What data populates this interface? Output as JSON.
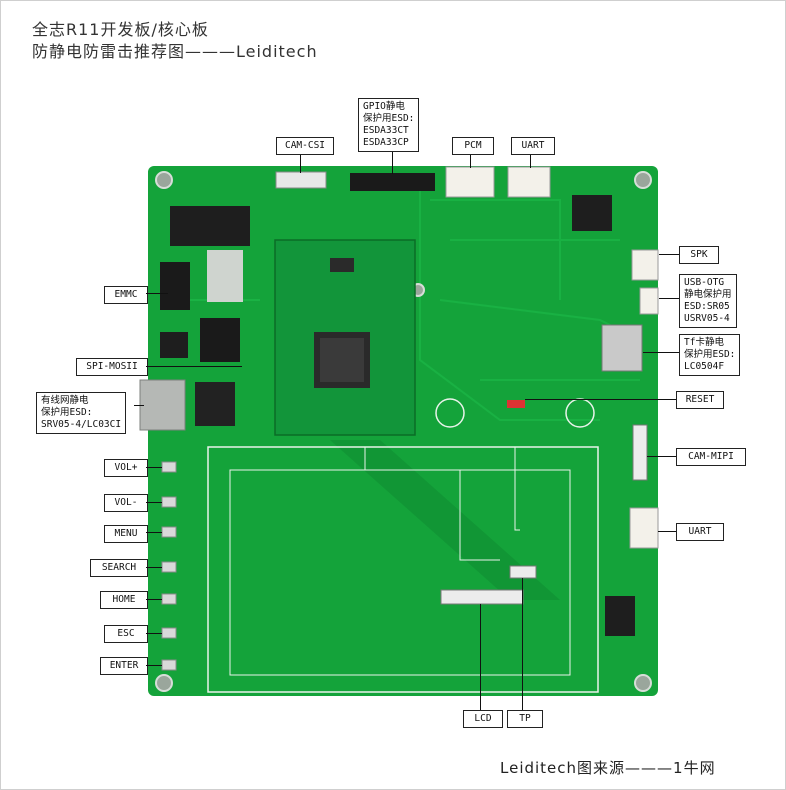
{
  "header": {
    "title_line1": "全志R11开发板/核心板",
    "title_line2": "防静电防雷击推荐图———Leiditech"
  },
  "footer": {
    "credit": "Leiditech图来源———1牛网"
  },
  "labels": {
    "gpio": "GPIO静电\n保护用ESD:\nESDA33CT\nESDA33CP",
    "cam_csi": "CAM-CSI",
    "pcm": "PCM",
    "uart_top": "UART",
    "emmc": "EMMC",
    "spi_mosi": "SPI-MOSII",
    "ethernet": "有线网静电\n保护用ESD:\nSRV05-4/LC03CI",
    "vol_plus": "VOL+",
    "vol_minus": "VOL-",
    "menu": "MENU",
    "search": "SEARCH",
    "home": "HOME",
    "esc": "ESC",
    "enter": "ENTER",
    "spk": "SPK",
    "usb_otg": "USB-OTG\n静电保护用\nESD:SR05\nUSRV05-4",
    "tf_card": "Tf卡静电\n保护用ESD:\nLC0504F",
    "reset": "RESET",
    "cam_mipi": "CAM-MIPI",
    "uart_right": "UART",
    "lcd": "LCD",
    "tp": "TP"
  },
  "colors": {
    "pcb": "#14a33a",
    "pcb_dark": "#0c7a2a",
    "trace": "#19b443",
    "white_line": "#e9f3ea"
  }
}
